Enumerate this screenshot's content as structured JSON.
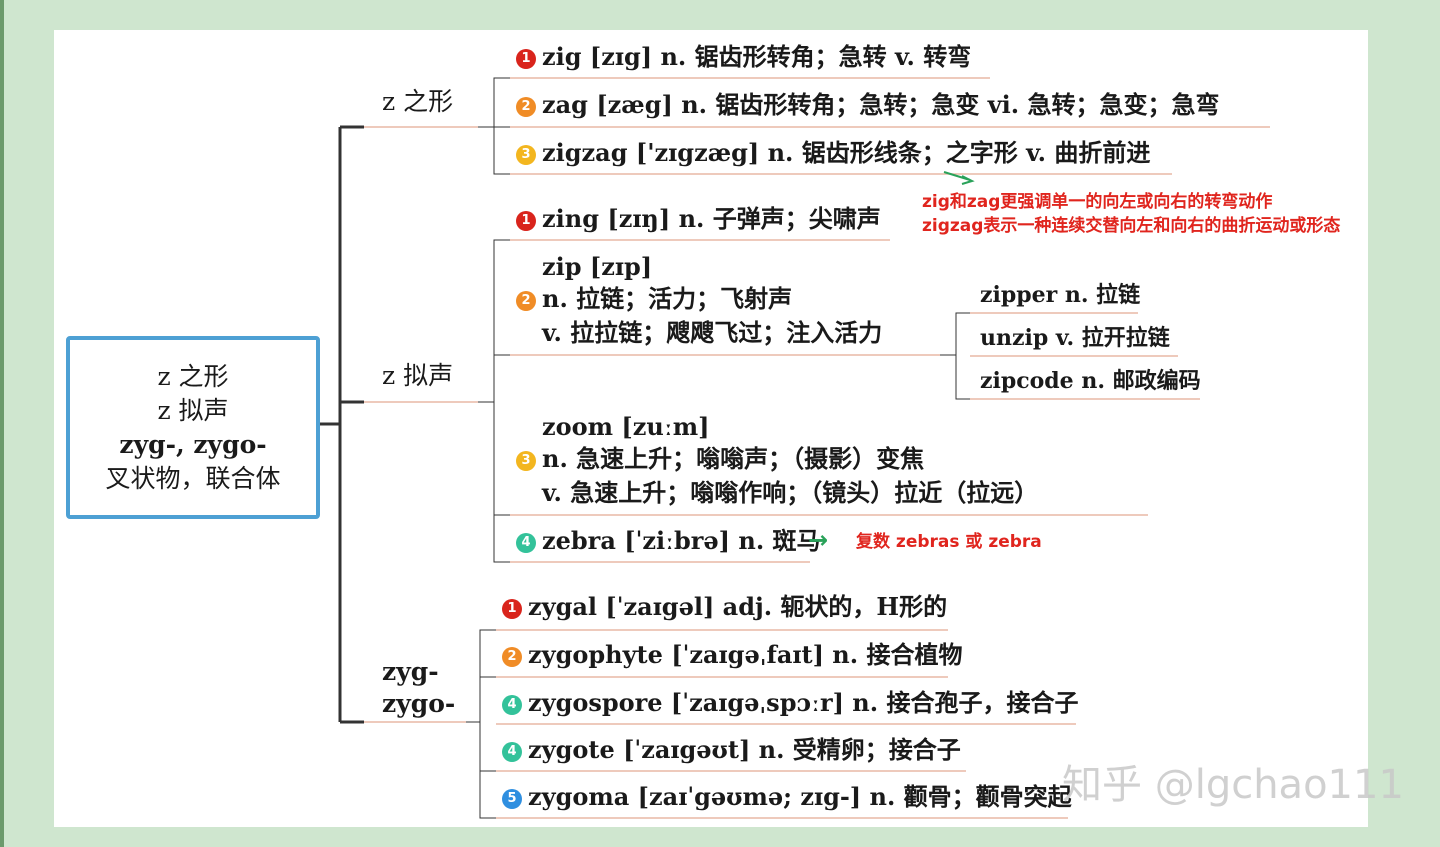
{
  "root": {
    "lines": [
      "z 之形",
      "z 拟声",
      "zyg-, zygo-",
      "叉状物，联合体"
    ]
  },
  "branches": {
    "zhi": "z 之形",
    "ni": "z 拟声",
    "zyg": [
      "zyg-",
      "zygo-"
    ]
  },
  "zhi_items": [
    {
      "num": "1",
      "text": "zig [zɪg] n. 锯齿形转角；急转 v. 转弯"
    },
    {
      "num": "2",
      "text": "zag [zæg] n. 锯齿形转角；急转；急变 vi. 急转；急变；急弯"
    },
    {
      "num": "3",
      "text": "zigzag ['zɪgzæg] n. 锯齿形线条；之字形 v. 曲折前进"
    }
  ],
  "zig_note": [
    "zig和zag更强调单一的向左或向右的转弯动作",
    "zigzag表示一种连续交替向左和向右的曲折运动或形态"
  ],
  "ni_items": {
    "zing": {
      "num": "1",
      "text": "zing [zɪŋ] n. 子弹声；尖啸声"
    },
    "zip": {
      "num": "2",
      "lines": [
        "zip [zɪp]",
        "n. 拉链；活力；飞射声",
        "v. 拉拉链；飕飕飞过；注入活力"
      ]
    },
    "zip_children": [
      "zipper n. 拉链",
      "unzip v. 拉开拉链",
      "zipcode n. 邮政编码"
    ],
    "zoom": {
      "num": "3",
      "lines": [
        "zoom [zuːm]",
        "n. 急速上升；嗡嗡声；（摄影）变焦",
        "v. 急速上升；嗡嗡作响；（镜头）拉近（拉远）"
      ]
    },
    "zebra": {
      "num": "4",
      "text": "zebra [ˈziːbrə] n. 斑马"
    },
    "zebra_note": "复数 zebras 或 zebra"
  },
  "zyg_items": [
    {
      "num": "1",
      "text": "zygal [ˈzaɪgəl] adj. 轭状的，H形的"
    },
    {
      "num": "2",
      "text": "zygophyte [ˈzaɪgəˌfaɪt] n. 接合植物"
    },
    {
      "num": "4",
      "text": "zygospore [ˈzaɪgəˌspɔːr] n. 接合孢子，接合子"
    },
    {
      "num": "4",
      "text": "zygote [ˈzaɪgəʊt] n. 受精卵；接合子"
    },
    {
      "num": "5",
      "text": "zygoma [zaɪˈgəʊmə; zɪg-] n. 颧骨；颧骨突起"
    }
  ],
  "watermark": "知乎 @lgchao111",
  "colors": {
    "badge_red": "#d9241c",
    "badge_orange": "#f08c26",
    "badge_yellow": "#f3b61f",
    "badge_green": "#33c29a",
    "badge_blue": "#2f8fe0",
    "note_red": "#e0251e",
    "arrow_green": "#2aa25a",
    "box_blue": "#4da0d4"
  }
}
